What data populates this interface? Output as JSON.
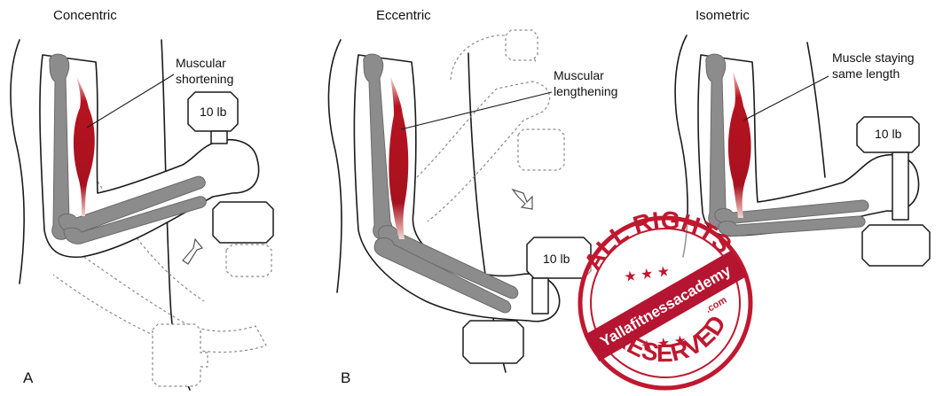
{
  "panels": [
    {
      "title": "Concentric",
      "letter": "A",
      "callout": [
        "Muscular",
        "shortening"
      ],
      "weight": "10 lb"
    },
    {
      "title": "Eccentric",
      "letter": "B",
      "callout": [
        "Muscular",
        "lengthening"
      ],
      "weight": "10 lb"
    },
    {
      "title": "Isometric",
      "letter": "",
      "callout": [
        "Muscle staying",
        "same length"
      ],
      "weight": "10 lb"
    }
  ],
  "watermark": {
    "top": "ALL RIGHTS",
    "band": "Yallafitnessacademy",
    "band_small": ".com",
    "bottom": "RESERVED"
  },
  "colors": {
    "muscle": "#a8111f",
    "bone": "#8c8c8c",
    "seal": "#c0182f"
  }
}
